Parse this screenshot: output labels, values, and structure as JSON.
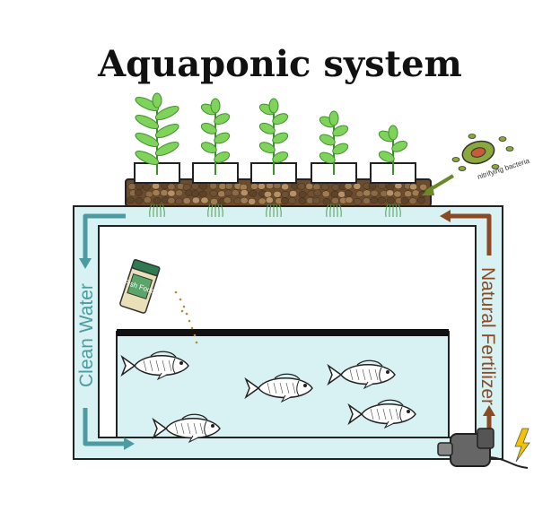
{
  "title": "Aquaponic system",
  "labels": {
    "clean_water": "Clean Water",
    "natural_fertilizer": "Natural Fertilizer",
    "nitrifying_bacteria": "nitrifying bacteria",
    "fish_food": "Fish Food"
  },
  "colors": {
    "water": "#d8f1f3",
    "clean_water_arrow": "#4b9ba0",
    "fertilizer_arrow": "#8a4a24",
    "gravel": "#7a5a3a",
    "leaf": "#7fd35a",
    "pump": "#666666",
    "lightning": "#e8c200"
  },
  "counts": {
    "plants": 5,
    "fish": 5
  }
}
